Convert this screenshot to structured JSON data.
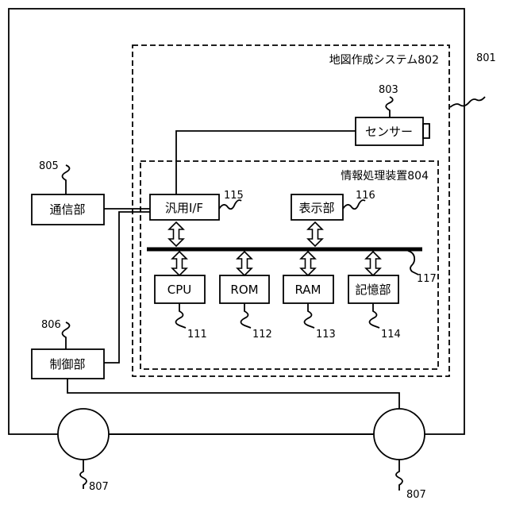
{
  "system_label": "地図作成システム802",
  "processor_label": "情報処理装置804",
  "sensor_label": "センサー",
  "comm_label": "通信部",
  "control_label": "制御部",
  "gpif_label": "汎用I/F",
  "display_label": "表示部",
  "cpu_label": "CPU",
  "rom_label": "ROM",
  "ram_label": "RAM",
  "storage_label": "記憶部",
  "refs": {
    "r801": "801",
    "r803": "803",
    "r805": "805",
    "r806": "806",
    "r807": "807",
    "r111": "111",
    "r112": "112",
    "r113": "113",
    "r114": "114",
    "r115": "115",
    "r116": "116",
    "r117": "117"
  }
}
